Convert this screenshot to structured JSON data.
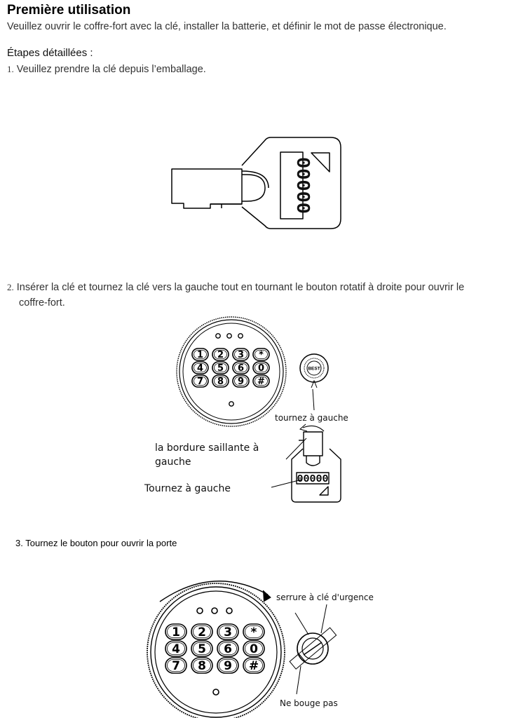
{
  "title": "Première utilisation",
  "subtitle": "Veuillez ouvrir le coffre-fort avec la clé, installer la batterie, et définir le mot de passe électronique.",
  "steps_heading": "Étapes détaillées  :",
  "steps": [
    {
      "number": "1.",
      "text": "Veuillez prendre la clé depuis l’emballage."
    },
    {
      "number": "2.",
      "text": "Insérer la clé et tournez la clé vers la gauche tout en tournant le bouton rotatif à droite pour ouvrir le",
      "text_cont": "coffre-fort."
    },
    {
      "number": "3.",
      "text": "Tournez le bouton pour ouvrir la porte"
    }
  ],
  "key_code": "00000",
  "keypad": {
    "rows": [
      [
        "1",
        "2",
        "3",
        "*"
      ],
      [
        "4",
        "5",
        "6",
        "0"
      ],
      [
        "7",
        "8",
        "9",
        "#"
      ]
    ]
  },
  "lock_stamp": "BEST",
  "figure2_labels": {
    "turn_left_small": "tournez à gauche",
    "edge_line1": "la bordure saillante à",
    "edge_line2": "gauche",
    "turn_left": "Tournez à gauche"
  },
  "figure3_labels": {
    "emergency_lock": "serrure à clé d'urgence",
    "does_not_move": "Ne bouge pas"
  }
}
